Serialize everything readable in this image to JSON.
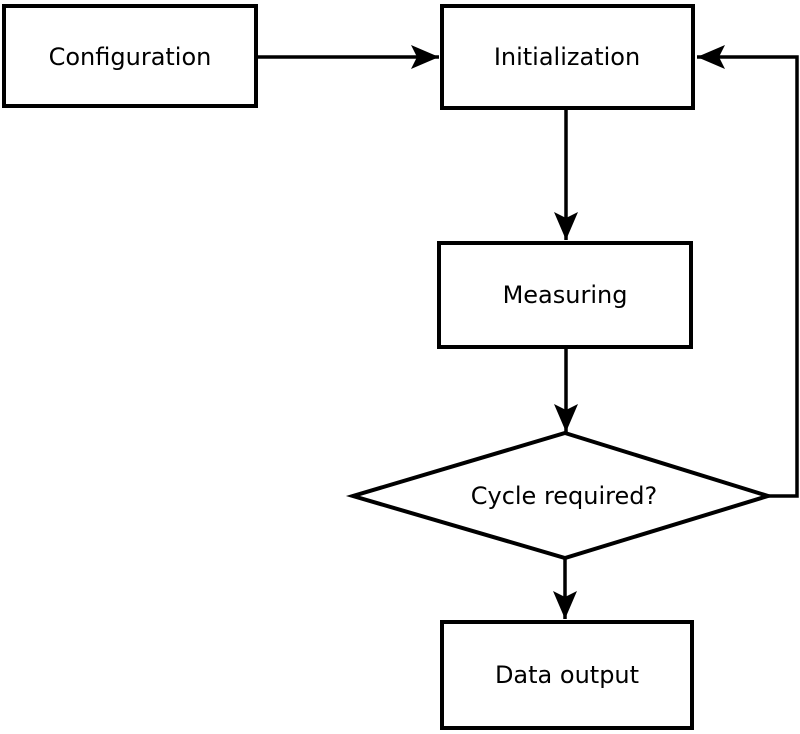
{
  "diagram": {
    "type": "flowchart",
    "background_color": "#ffffff",
    "stroke_color": "#000000",
    "text_color": "#000000",
    "nodes": [
      {
        "id": "configuration",
        "label": "Configuration",
        "shape": "rectangle"
      },
      {
        "id": "initialization",
        "label": "Initialization",
        "shape": "rectangle"
      },
      {
        "id": "measuring",
        "label": "Measuring",
        "shape": "rectangle"
      },
      {
        "id": "cycle-required",
        "label": "Cycle required?",
        "shape": "diamond"
      },
      {
        "id": "data-output",
        "label": "Data output",
        "shape": "rectangle"
      }
    ],
    "edges": [
      {
        "from": "configuration",
        "to": "initialization"
      },
      {
        "from": "initialization",
        "to": "measuring"
      },
      {
        "from": "measuring",
        "to": "cycle-required"
      },
      {
        "from": "cycle-required",
        "to": "data-output"
      },
      {
        "from": "cycle-required",
        "to": "initialization"
      }
    ]
  }
}
